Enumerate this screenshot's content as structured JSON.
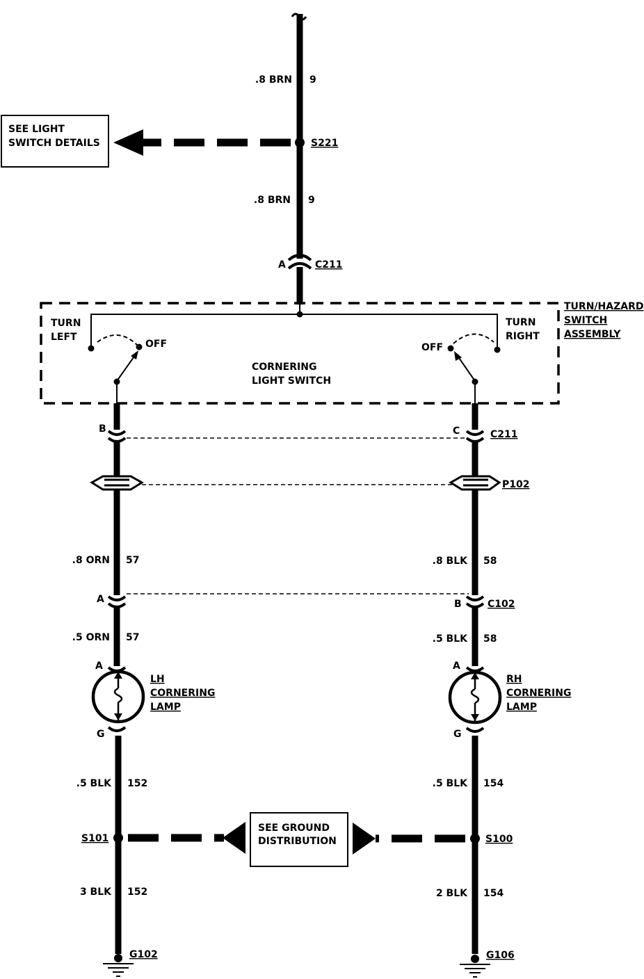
{
  "boxes": {
    "light_switch_details": [
      "SEE LIGHT",
      "SWITCH DETAILS"
    ],
    "ground_distribution": [
      "SEE GROUND",
      "DISTRIBUTION"
    ],
    "switch_assembly": [
      "TURN/HAZARD",
      "SWITCH",
      "ASSEMBLY"
    ]
  },
  "switch": {
    "turn_left": [
      "TURN",
      "LEFT"
    ],
    "turn_right": [
      "TURN",
      "RIGHT"
    ],
    "off_left": "OFF",
    "off_right": "OFF",
    "name": [
      "CORNERING",
      "LIGHT SWITCH"
    ]
  },
  "top_wire": {
    "upper": {
      "gauge": ".8 BRN",
      "circuit": "9"
    },
    "lower": {
      "gauge": ".8 BRN",
      "circuit": "9"
    },
    "splice": "S221",
    "connector_pin": "A",
    "connector": "C211"
  },
  "left_branch": {
    "c211_pin": "B",
    "seg1": {
      "gauge": ".8 ORN",
      "circuit": "57"
    },
    "c102_pin": "A",
    "seg2": {
      "gauge": ".5 ORN",
      "circuit": "57"
    },
    "lamp_pin_top": "A",
    "lamp": [
      "LH",
      "CORNERING",
      "LAMP"
    ],
    "lamp_pin_bottom": "G",
    "seg3": {
      "gauge": ".5 BLK",
      "circuit": "152"
    },
    "splice": "S101",
    "seg4": {
      "gauge": "3 BLK",
      "circuit": "152"
    },
    "ground": "G102"
  },
  "right_branch": {
    "c211_pin": "C",
    "c211": "C211",
    "p102": "P102",
    "seg1": {
      "gauge": ".8 BLK",
      "circuit": "58"
    },
    "c102_pin": "B",
    "c102": "C102",
    "seg2": {
      "gauge": ".5 BLK",
      "circuit": "58"
    },
    "lamp_pin_top": "A",
    "lamp": [
      "RH",
      "CORNERING",
      "LAMP"
    ],
    "lamp_pin_bottom": "G",
    "seg3": {
      "gauge": ".5 BLK",
      "circuit": "154"
    },
    "splice": "S100",
    "seg4": {
      "gauge": "2 BLK",
      "circuit": "154"
    },
    "ground": "G106"
  }
}
